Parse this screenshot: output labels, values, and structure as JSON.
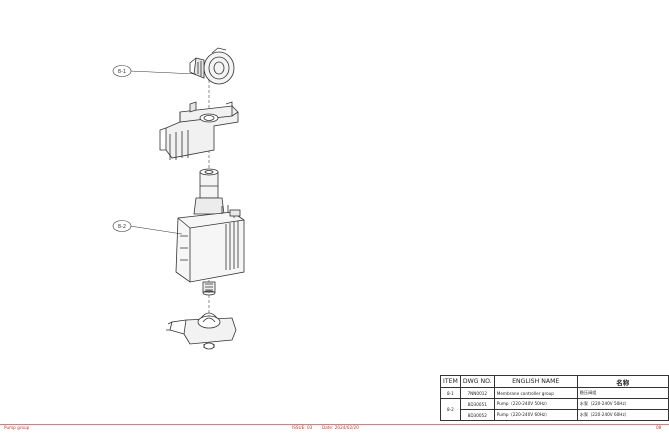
{
  "callouts": {
    "part1": "8-1",
    "part2": "8-2"
  },
  "parts_table": {
    "headers": {
      "item": "ITEM",
      "dwg": "DWG NO.",
      "english": "ENGLISH NAME",
      "chinese": "名称"
    },
    "rows": [
      {
        "item": "8-1",
        "dwg": "7NN0012",
        "english": "Membrane controller group",
        "chinese": "稳压阀组"
      },
      {
        "item": "8-2",
        "dwg": "8D30051",
        "english": "Pump（220-240V 50Hz）",
        "chinese": "水泵（220-240V 50Hz）"
      },
      {
        "item": "",
        "dwg": "8D30052",
        "english": "Pump（220-240V 60Hz）",
        "chinese": "水泵（220-240V 60Hz）"
      }
    ]
  },
  "footer": {
    "section": "Pump group",
    "issue": "ISSUE: 03",
    "date": "Date: 2024/02/20",
    "page": "08"
  },
  "colors": {
    "line": "#333333",
    "footer_accent": "#c0392b"
  }
}
